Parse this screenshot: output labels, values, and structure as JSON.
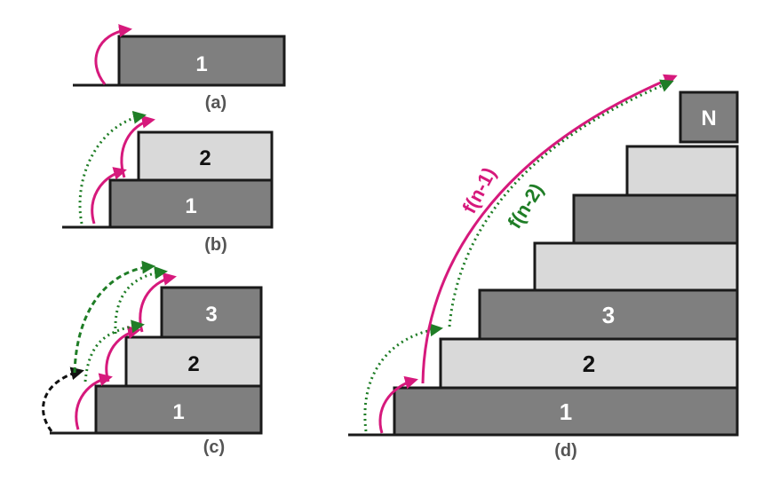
{
  "colors": {
    "dark_step": "#7f7f7f",
    "light_step": "#d9d9d9",
    "outline": "#1a1a1a",
    "magenta": "#d6197c",
    "green": "#1f7d26",
    "black_dashed": "#111111",
    "caption": "#555555",
    "dark_text": "#ffffff",
    "light_text": "#111111"
  },
  "panels": {
    "a": {
      "caption": "(a)",
      "steps": [
        "1"
      ]
    },
    "b": {
      "caption": "(b)",
      "steps": [
        "1",
        "2"
      ]
    },
    "c": {
      "caption": "(c)",
      "steps": [
        "1",
        "2",
        "3"
      ]
    },
    "d": {
      "caption": "(d)",
      "steps": [
        "1",
        "2",
        "3",
        "",
        "",
        "",
        "N"
      ],
      "label_n1": "f(n-1)",
      "label_n2": "f(n-2)"
    }
  }
}
